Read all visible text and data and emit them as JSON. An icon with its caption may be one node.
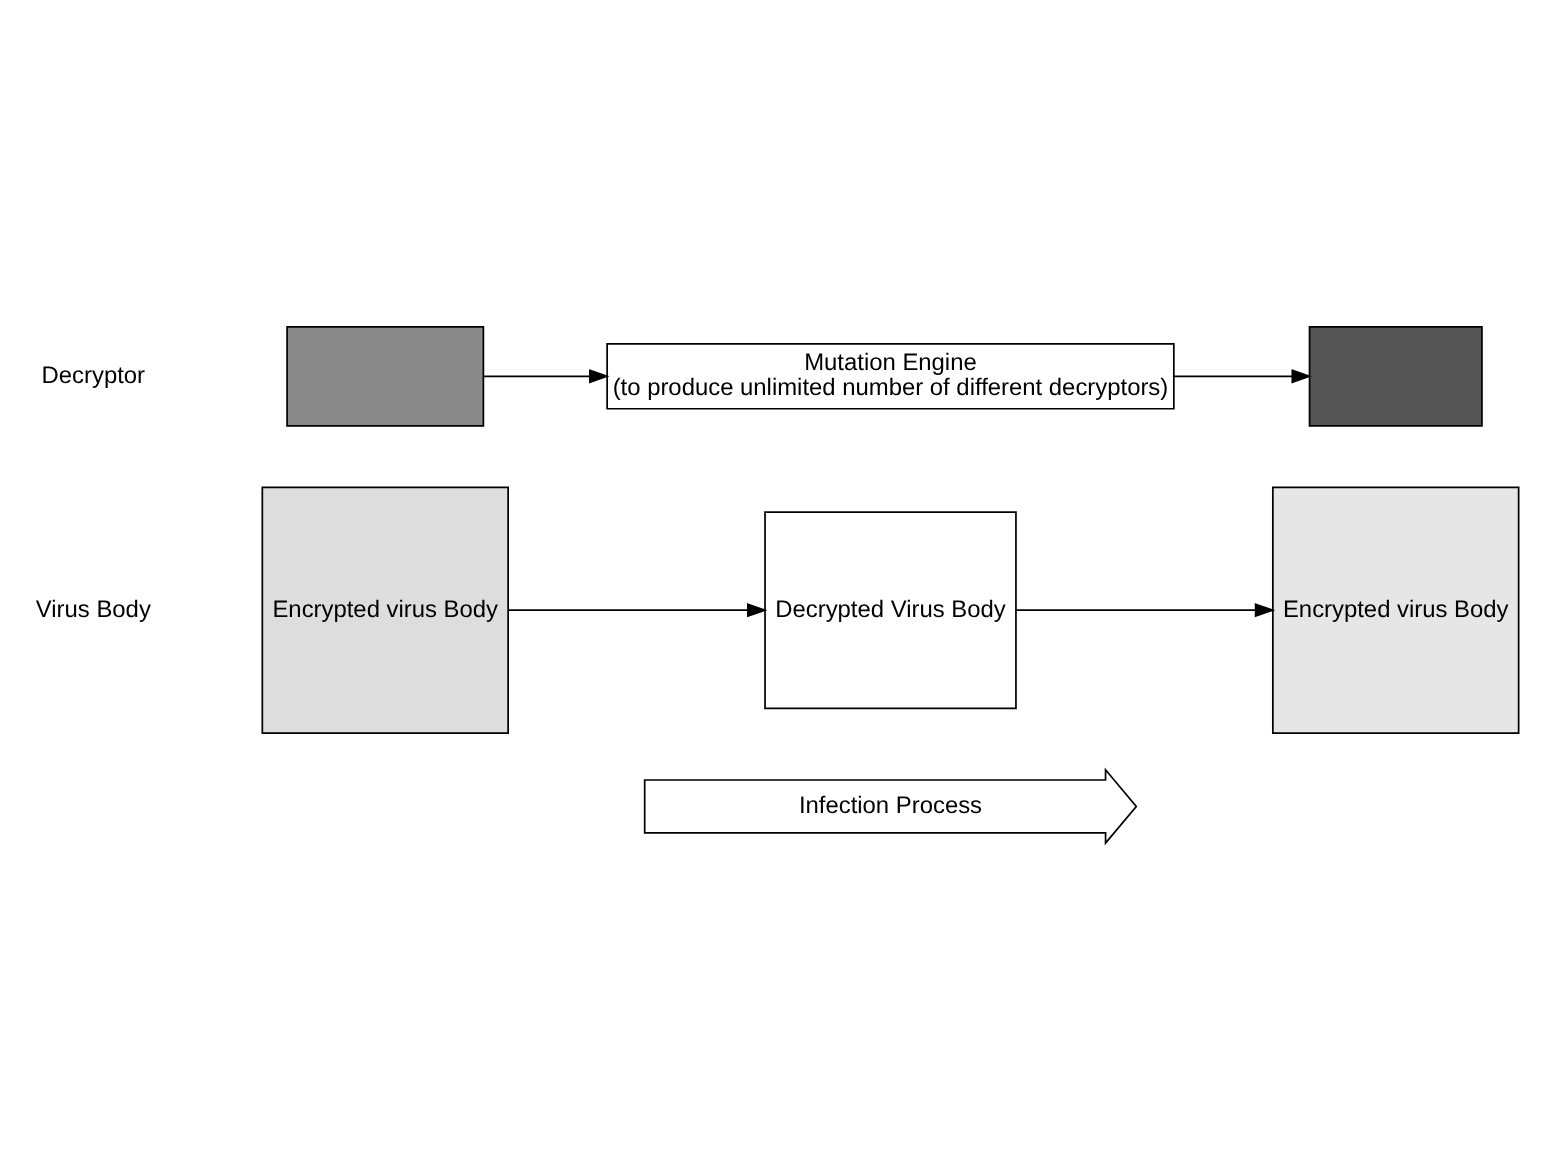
{
  "diagram": {
    "nodes": [
      {
        "text": [
          "Mutation Engine",
          "(to produce unlimited number of different decryptors)"
        ]
      },
      {
        "text": [],
        "shape": "box"
      },
      {
        "text": [
          "Encrypted virus Body"
        ]
      },
      {
        "text": [
          "Decrypted Virus Body"
        ]
      },
      {
        "text": [],
        "shape": "box"
      },
      {
        "text": [
          "Encrypted virus Body"
        ]
      },
      {
        "text": [
          "Infection Process"
        ]
      }
    ],
    "edges": [
      {
        "from": 1,
        "to": 0,
        "arrow": "to"
      },
      {
        "from": 0,
        "to": 4,
        "arrow": "to"
      },
      {
        "from": 2,
        "to": 3,
        "arrow": "to"
      },
      {
        "from": 3,
        "to": 5,
        "arrow": "to"
      }
    ],
    "labels": [
      "Decryptor",
      "Virus Body"
    ]
  }
}
